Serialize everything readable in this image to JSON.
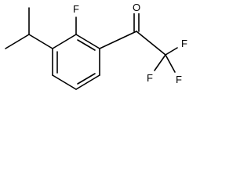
{
  "molecule": {
    "atoms": {
      "fluorine_ring": "F",
      "oxygen": "O",
      "fluorine_cf3_upper": "F",
      "fluorine_cf3_right": "F",
      "fluorine_cf3_lower": "F"
    }
  },
  "colors": {
    "bond": "#000000",
    "label": "#000000",
    "background": "#ffffff"
  }
}
